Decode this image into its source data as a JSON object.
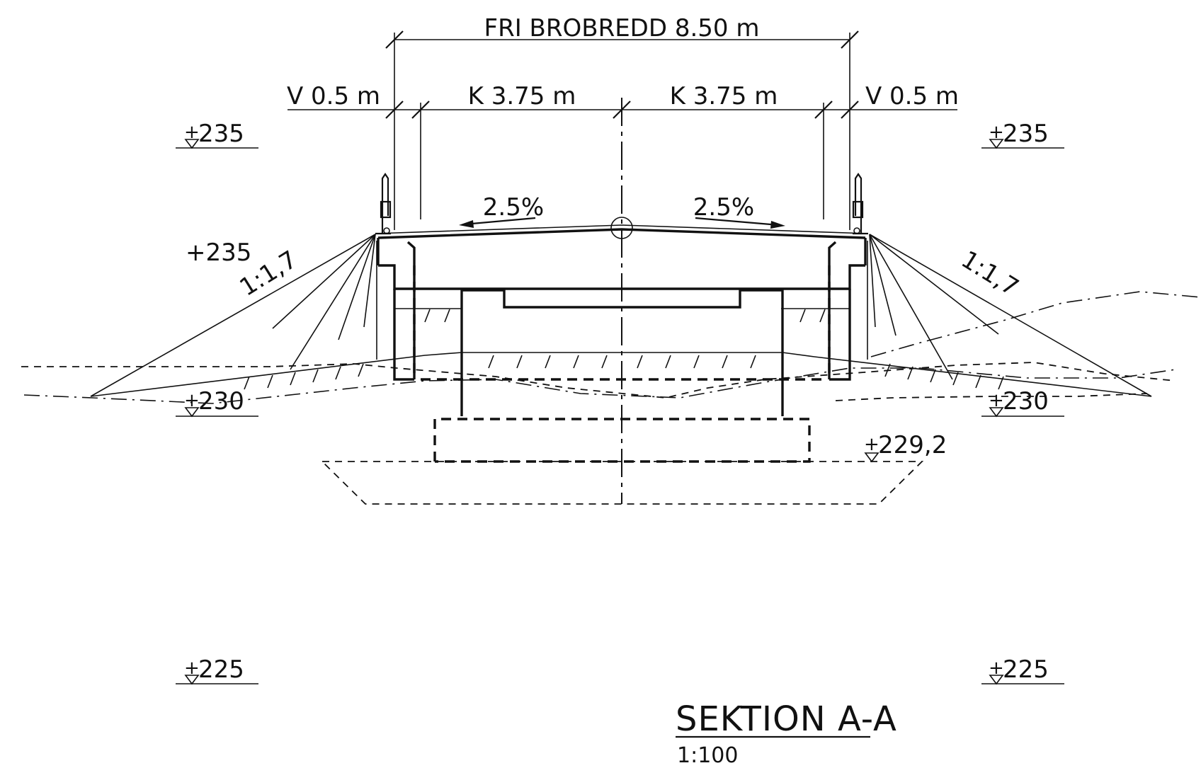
{
  "drawing": {
    "width_dimension": "FRI BROBREDD 8.50 m",
    "lane_dimensions": [
      {
        "id": "v-left",
        "text": "V 0.5 m"
      },
      {
        "id": "k-left",
        "text": "K 3.75 m"
      },
      {
        "id": "k-right",
        "text": "K 3.75 m"
      },
      {
        "id": "v-right",
        "text": "V 0.5 m"
      }
    ],
    "slopes": {
      "cross_fall_left": "2.5%",
      "cross_fall_right": "2.5%",
      "embankment_left": "1:1,7",
      "embankment_right": "1:1,7"
    },
    "levels": {
      "top_left": "235",
      "top_right": "235",
      "mid_left": "+235",
      "ground_left": "230",
      "ground_right": "230",
      "foundation": "229,2",
      "bottom_left": "225",
      "bottom_right": "225"
    },
    "level_prefix": "+",
    "title": "SEKTION A-A",
    "scale": "1:100"
  }
}
